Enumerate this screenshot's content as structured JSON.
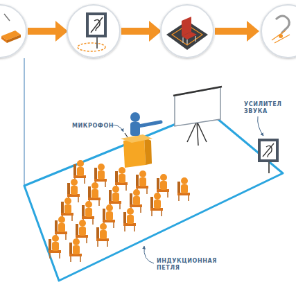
{
  "diagram": {
    "labels": [
      "МИКРОФОН",
      "УСИЛИТЕЛ ЗВУКА",
      "ИНДУКЦИОННАЯ ПЕТЛЯ"
    ]
  }
}
